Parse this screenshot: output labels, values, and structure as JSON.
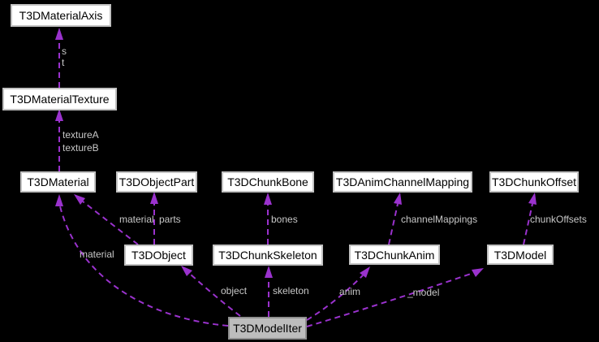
{
  "diagram": {
    "type": "collaboration-graph",
    "background_color": "#000000",
    "edge_color": "#9a32cd",
    "edge_label_color": "#c8c8c8",
    "node_fill": "#ffffff",
    "node_border_color": "#c2c2c2",
    "focus_node_fill": "#bdbdbd",
    "nodes": [
      {
        "id": "T3DMaterialAxis",
        "label": "T3DMaterialAxis"
      },
      {
        "id": "T3DMaterialTexture",
        "label": "T3DMaterialTexture"
      },
      {
        "id": "T3DMaterial",
        "label": "T3DMaterial"
      },
      {
        "id": "T3DObjectPart",
        "label": "T3DObjectPart"
      },
      {
        "id": "T3DChunkBone",
        "label": "T3DChunkBone"
      },
      {
        "id": "T3DAnimChannelMapping",
        "label": "T3DAnimChannelMapping"
      },
      {
        "id": "T3DChunkOffset",
        "label": "T3DChunkOffset"
      },
      {
        "id": "T3DObject",
        "label": "T3DObject"
      },
      {
        "id": "T3DChunkSkeleton",
        "label": "T3DChunkSkeleton"
      },
      {
        "id": "T3DChunkAnim",
        "label": "T3DChunkAnim"
      },
      {
        "id": "T3DModel",
        "label": "T3DModel"
      },
      {
        "id": "T3DModelIter",
        "label": "T3DModelIter",
        "focus": true
      }
    ],
    "edges": [
      {
        "from": "T3DMaterialTexture",
        "to": "T3DMaterialAxis",
        "label": "s\nt"
      },
      {
        "from": "T3DMaterial",
        "to": "T3DMaterialTexture",
        "label": "textureA\ntextureB"
      },
      {
        "from": "T3DObject",
        "to": "T3DMaterial",
        "label": "material"
      },
      {
        "from": "T3DObject",
        "to": "T3DObjectPart",
        "label": "parts"
      },
      {
        "from": "T3DChunkSkeleton",
        "to": "T3DChunkBone",
        "label": "bones"
      },
      {
        "from": "T3DChunkAnim",
        "to": "T3DAnimChannelMapping",
        "label": "channelMappings"
      },
      {
        "from": "T3DModel",
        "to": "T3DChunkOffset",
        "label": "chunkOffsets"
      },
      {
        "from": "T3DModelIter",
        "to": "T3DObject",
        "label": "object"
      },
      {
        "from": "T3DModelIter",
        "to": "T3DChunkSkeleton",
        "label": "skeleton"
      },
      {
        "from": "T3DModelIter",
        "to": "T3DChunkAnim",
        "label": "anim"
      },
      {
        "from": "T3DModelIter",
        "to": "T3DModel",
        "label": "_model"
      },
      {
        "from": "T3DModelIter",
        "to": "T3DMaterial",
        "label": "material"
      }
    ]
  }
}
